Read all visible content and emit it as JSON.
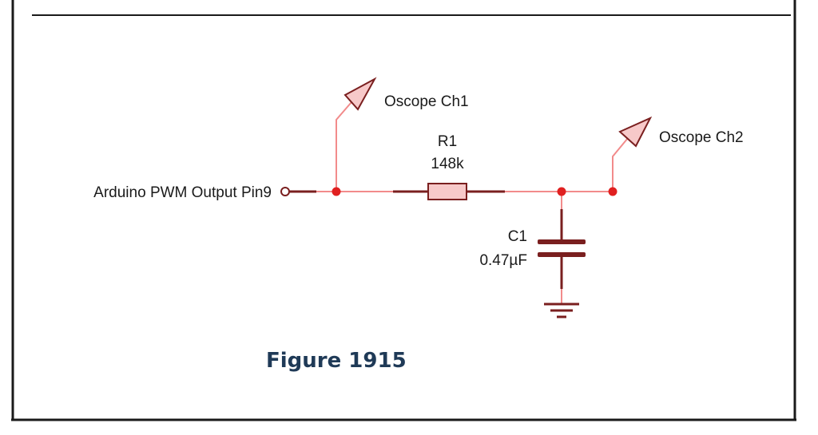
{
  "figure": {
    "caption": "Figure 1915"
  },
  "circuit": {
    "input_label": "Arduino PWM Output Pin9",
    "probe1_label": "Oscope Ch1",
    "probe2_label": "Oscope Ch2",
    "resistor": {
      "ref": "R1",
      "value": "148k"
    },
    "capacitor": {
      "ref": "C1",
      "value": "0.47µF"
    }
  },
  "colors": {
    "wire_light": "#f28b8b",
    "wire_dark": "#7a1f1f",
    "probe_fill": "#f7c9c9",
    "node_fill": "#e02020",
    "frame": "#1a1a1a",
    "caption": "#1f3a57"
  }
}
